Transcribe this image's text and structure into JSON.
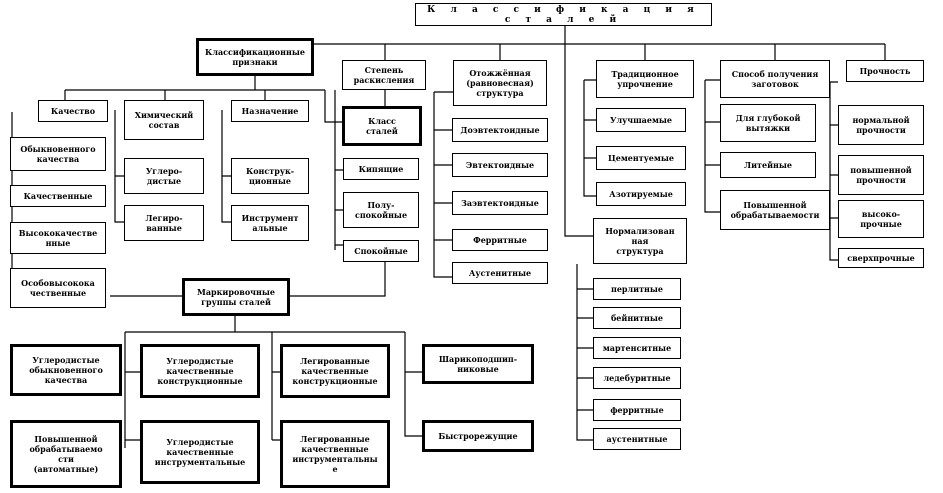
{
  "title": "К л а с с и ф и к а ц и я   с т а л е й",
  "header_groups": {
    "criteria": "Классификационные\nпризнаки",
    "deoxidation": "Степень\nраскисления",
    "annealed": "Отожжённая\n(равновесная)\nструктура",
    "traditional": "Традиционное\nупрочнение",
    "blank_method": "Способ получения\nзаготовок",
    "strength": "Прочность"
  },
  "criteria_cols": {
    "quality": "Качество",
    "chemical": "Химический\nсостав",
    "purpose": "Назначение"
  },
  "quality_items": [
    "Обыкновенного\nкачества",
    "Качественные",
    "Высококачестве\nнные",
    "Особовысокока\nчественные"
  ],
  "chemical_items": [
    "Углеро-\nдистые",
    "Легиро-\nванные"
  ],
  "purpose_items": [
    "Конструк-\nционные",
    "Инструмент\nальные"
  ],
  "steel_class": "Класс\nсталей",
  "deox_items": [
    "Кипящие",
    "Полу-\nспокойные",
    "Спокойные"
  ],
  "annealed_items": [
    "Доэвтектоидные",
    "Эвтектоидные",
    "Заэвтектоидные",
    "Ферритные",
    "Аустенитные"
  ],
  "traditional_items": [
    "Улучшаемые",
    "Цементуемые",
    "Азотируемые"
  ],
  "normalized": "Нормализован\nная\nструктура",
  "normalized_items": [
    "перлитные",
    "бейнитные",
    "мартенситные",
    "ледебуритные",
    "ферритные",
    "аустенитные"
  ],
  "blank_items": [
    "Для глубокой\nвытяжки",
    "Литейные",
    "Повышенной\nобрабатываемости"
  ],
  "strength_items": [
    "нормальной\nпрочности",
    "повышенной\nпрочности",
    "высоко-\nпрочные",
    "сверхпрочные"
  ],
  "marking": "Маркировочные\nгруппы сталей",
  "marking_items": [
    "Углеродистые\nобыкновенного\nкачества",
    "Углеродистые\nкачественные\nконструкционные",
    "Легированные\nкачественные\nконструкционные",
    "Шарикоподшип-\nниковые",
    "Повышенной\nобрабатываемо\nсти\n(автоматные)",
    "Углеродистые\nкачественные\nинструментальные",
    "Легированные\nкачественные\nинструментальны\nе",
    "Быстрорежущие"
  ]
}
